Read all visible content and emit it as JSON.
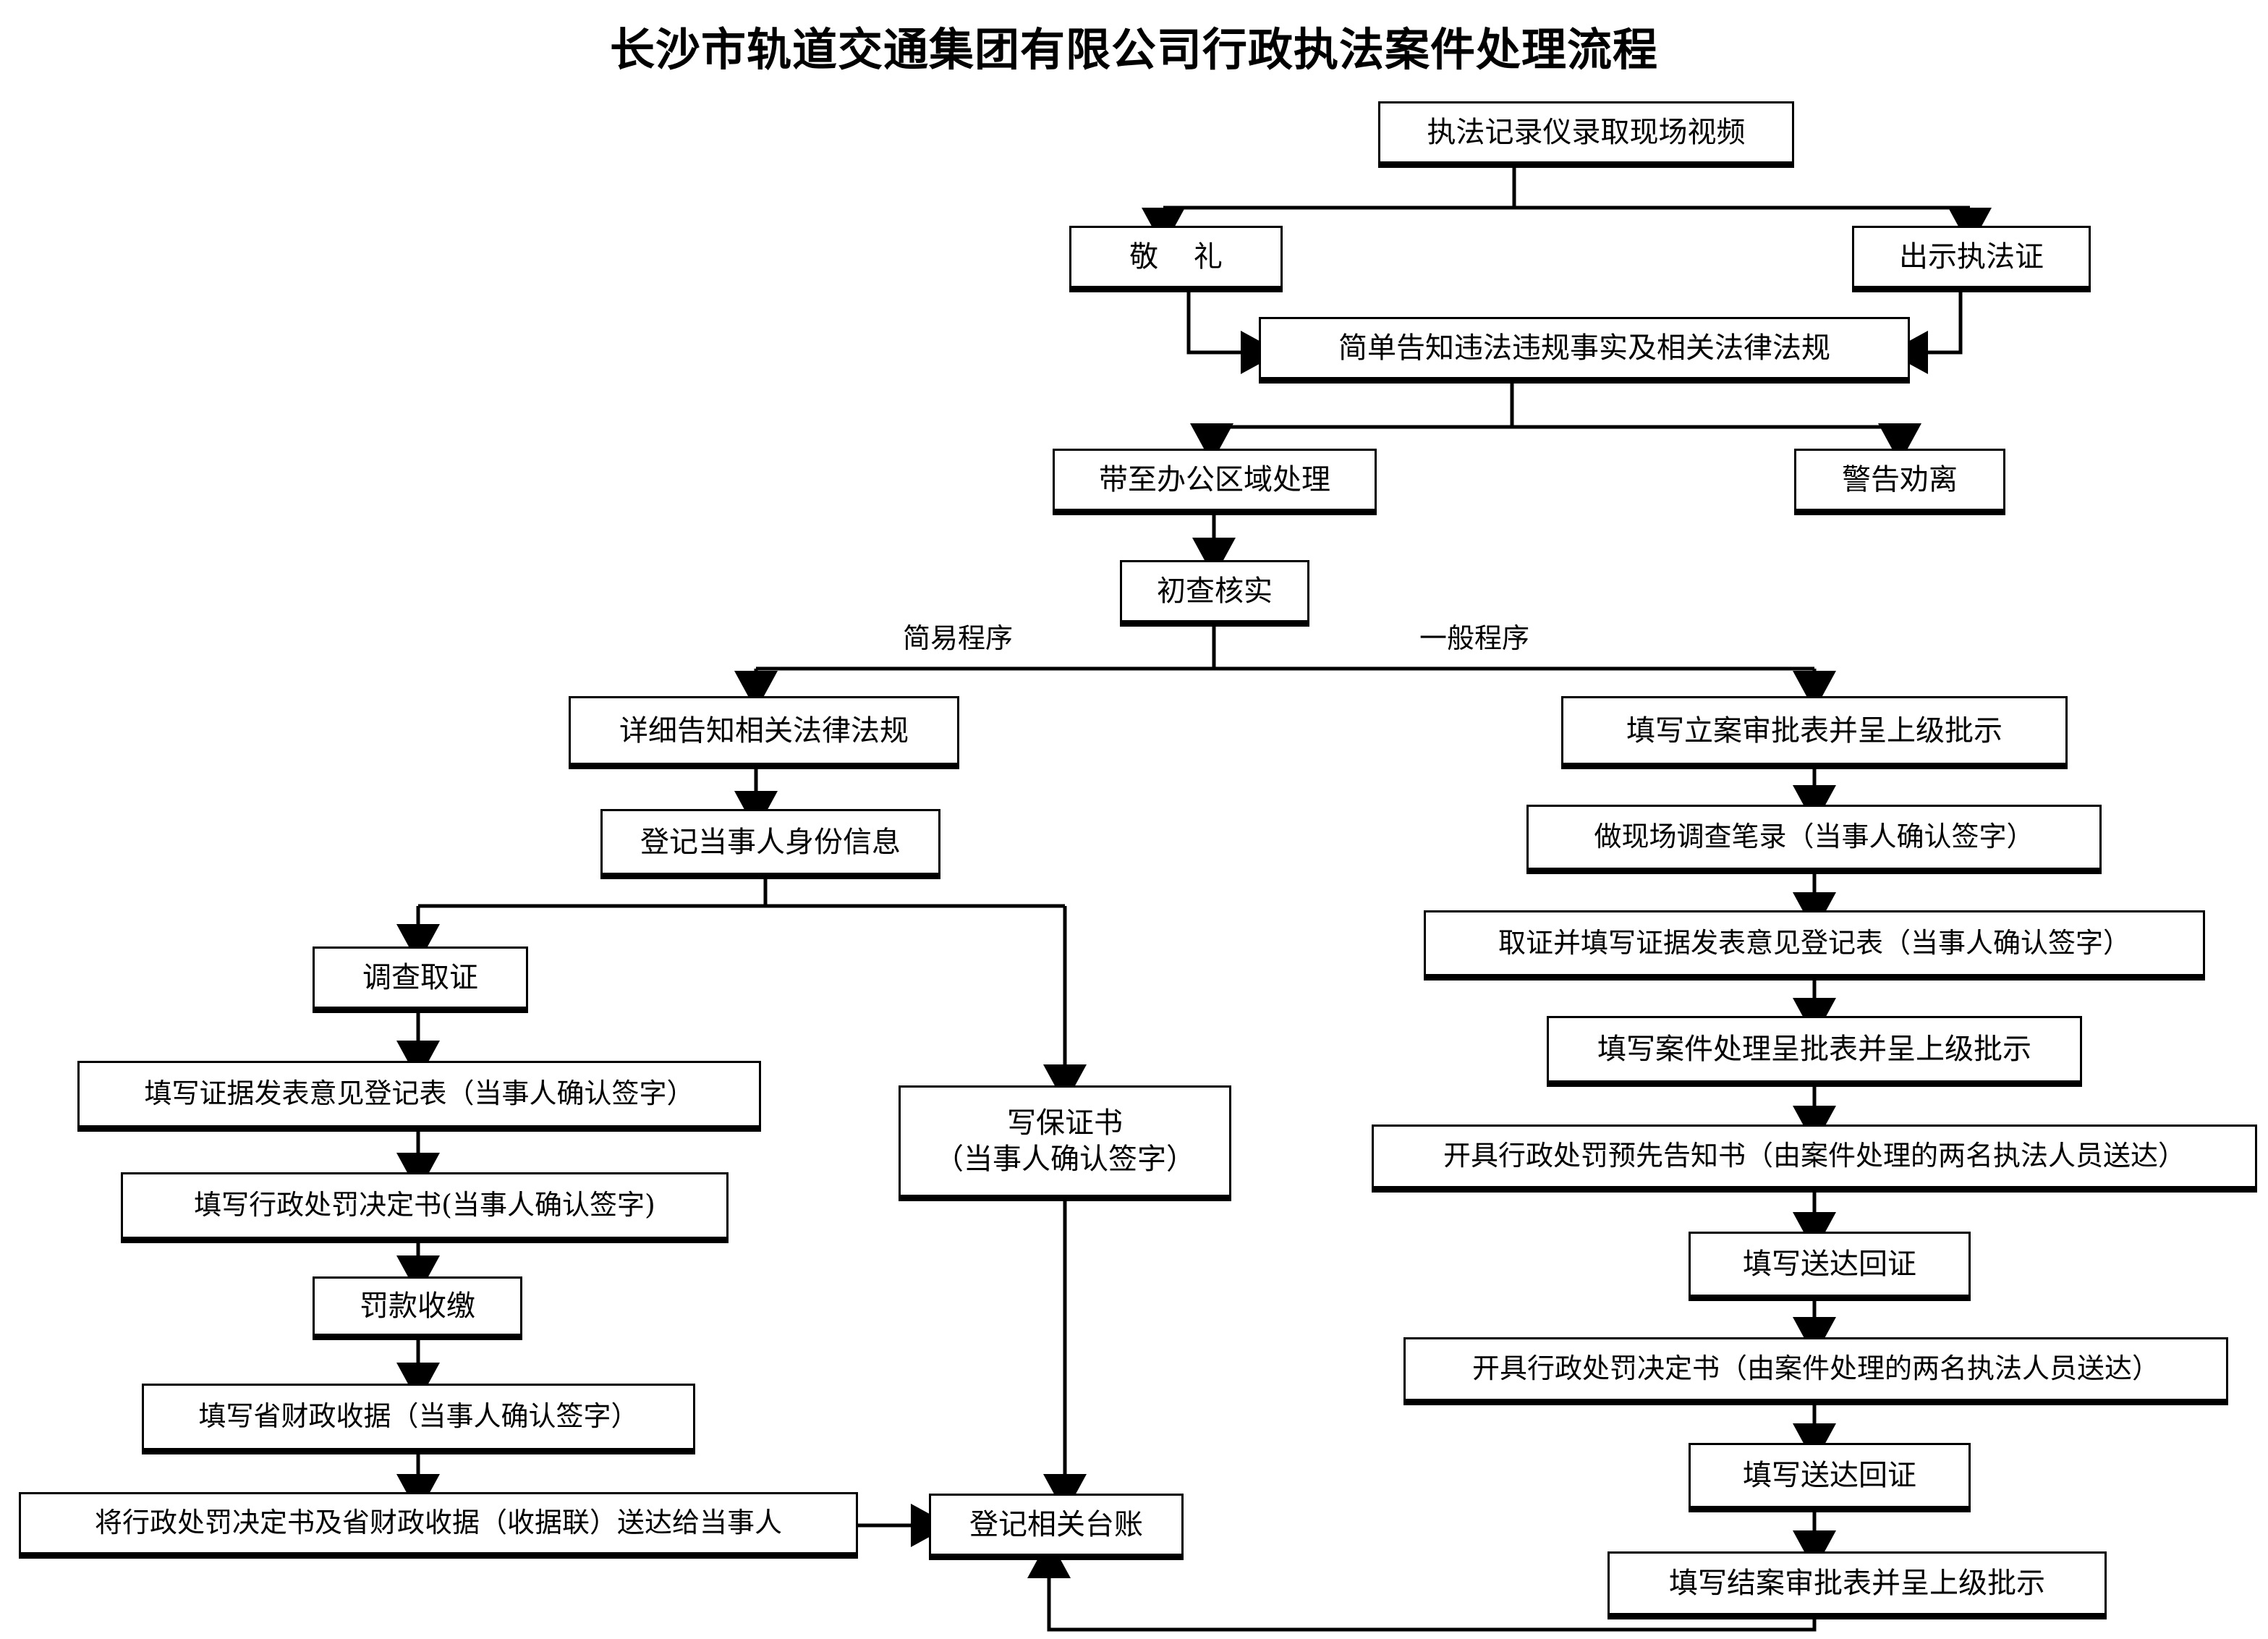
{
  "title": "长沙市轨道交通集团有限公司行政执法案件处理流程",
  "chart_data": {
    "type": "diagram",
    "diagram_kind": "flowchart",
    "title": "长沙市轨道交通集团有限公司行政执法案件处理流程",
    "orientation": "top-to-bottom",
    "node_count": 23,
    "edge_labels": [
      "简易程序",
      "一般程序"
    ]
  },
  "nodes": {
    "n1": {
      "label": "执法记录仪录取现场视频"
    },
    "n2": {
      "label": "敬    礼"
    },
    "n3": {
      "label": "出示执法证"
    },
    "n4": {
      "label": "简单告知违法违规事实及相关法律法规"
    },
    "n5": {
      "label": "带至办公区域处理"
    },
    "n6": {
      "label": "警告劝离"
    },
    "n7": {
      "label": "初查核实"
    },
    "n8": {
      "label": "详细告知相关法律法规"
    },
    "n9": {
      "label": "登记当事人身份信息"
    },
    "n10": {
      "label": "调查取证"
    },
    "n11": {
      "label": "填写证据发表意见登记表（当事人确认签字）"
    },
    "n12": {
      "label": "填写行政处罚决定书(当事人确认签字)"
    },
    "n13": {
      "label": "罚款收缴"
    },
    "n14": {
      "label": "填写省财政收据（当事人确认签字）"
    },
    "n15": {
      "label": "将行政处罚决定书及省财政收据（收据联）送达给当事人"
    },
    "n16": {
      "label": "写保证书\n（当事人确认签字）"
    },
    "n17": {
      "label": "登记相关台账"
    },
    "n18": {
      "label": "填写立案审批表并呈上级批示"
    },
    "n19": {
      "label": "做现场调查笔录（当事人确认签字）"
    },
    "n20": {
      "label": "取证并填写证据发表意见登记表（当事人确认签字）"
    },
    "n21": {
      "label": "填写案件处理呈批表并呈上级批示"
    },
    "n22": {
      "label": "开具行政处罚预先告知书（由案件处理的两名执法人员送达）"
    },
    "n23": {
      "label": "填写送达回证"
    },
    "n24": {
      "label": "开具行政处罚决定书（由案件处理的两名执法人员送达）"
    },
    "n25": {
      "label": "填写送达回证"
    },
    "n26": {
      "label": "填写结案审批表并呈上级批示"
    }
  },
  "edge_labels": {
    "simple_procedure": "简易程序",
    "general_procedure": "一般程序"
  },
  "colors": {
    "stroke": "#000000",
    "fill": "#ffffff",
    "text": "#000000"
  }
}
